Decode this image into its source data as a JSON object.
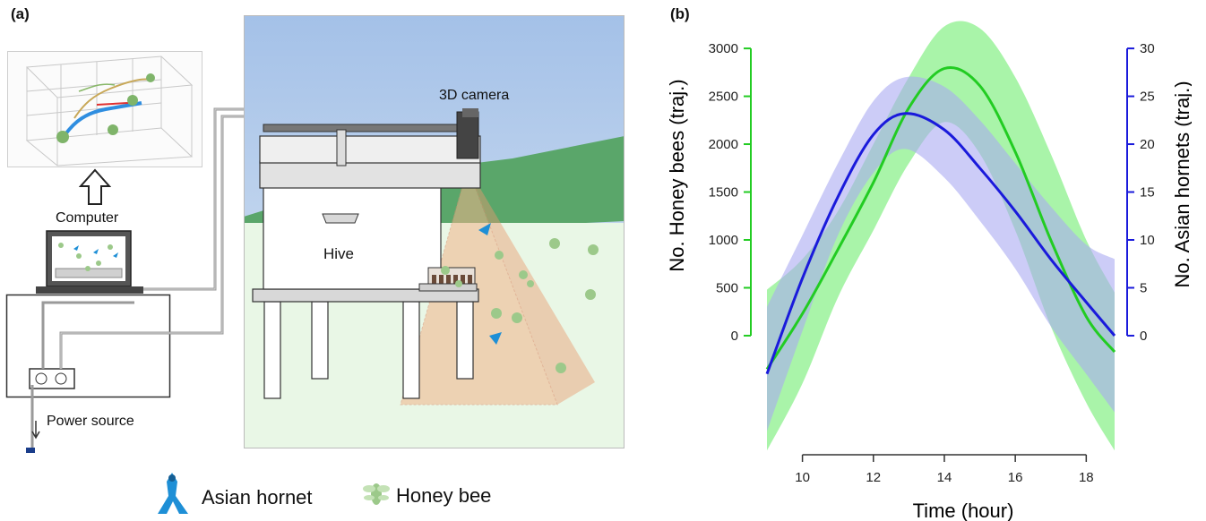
{
  "panel_a": {
    "label": "(a)",
    "computer_label": "Computer",
    "power_label": "Power source",
    "camera_label": "3D camera",
    "hive_label": "Hive",
    "legend": {
      "hornet": "Asian hornet",
      "bee": "Honey bee"
    },
    "colors": {
      "hornet": "#1e8fd6",
      "bee": "#9cc98a",
      "sky": "#a9c6ea",
      "hill": "#5aa66a",
      "ground": "#e9f7e6",
      "cone": "#f2b48a"
    }
  },
  "chart_data": {
    "label": "(b)",
    "type": "line",
    "xlabel": "Time (hour)",
    "ylabel_left": "No. Honey bees (traj.)",
    "ylabel_right": "No. Asian hornets (traj.)",
    "xlim": [
      9,
      18.8
    ],
    "xticks": [
      10,
      12,
      14,
      16,
      18
    ],
    "ylim_left": [
      -1300,
      3300
    ],
    "yticks_left": [
      0,
      500,
      1000,
      1500,
      2000,
      2500,
      3000
    ],
    "ylim_right": [
      -13,
      33
    ],
    "yticks_right": [
      0,
      5,
      10,
      15,
      20,
      25,
      30
    ],
    "series": [
      {
        "axis": "left",
        "color": "#22cc22",
        "band_color": "#8cf08c",
        "x": [
          9,
          10,
          11,
          12,
          13,
          14,
          15,
          16,
          17,
          18,
          18.8
        ],
        "y": [
          -350,
          230,
          900,
          1600,
          2380,
          2790,
          2610,
          1920,
          1000,
          200,
          -170
        ],
        "upper": [
          480,
          800,
          1300,
          2000,
          2700,
          3230,
          3210,
          2700,
          1900,
          1000,
          450
        ],
        "lower": [
          -1200,
          -500,
          400,
          1100,
          1800,
          2230,
          1900,
          1100,
          100,
          -700,
          -1200
        ]
      },
      {
        "axis": "right",
        "color": "#1a1adb",
        "band_color": "#aaaaf2",
        "x": [
          9,
          10,
          11,
          12,
          12.9,
          14,
          15,
          16,
          17,
          18,
          18.8
        ],
        "y": [
          -4,
          6,
          14.5,
          21,
          23.2,
          21.5,
          17.5,
          13,
          8,
          3.5,
          0
        ],
        "upper": [
          3,
          10.5,
          18,
          24.5,
          27,
          26,
          22.5,
          18,
          13.5,
          9.5,
          8
        ],
        "lower": [
          -10,
          0.5,
          10.5,
          17,
          19.5,
          16.5,
          12,
          7,
          1,
          -4,
          -8
        ]
      }
    ]
  }
}
